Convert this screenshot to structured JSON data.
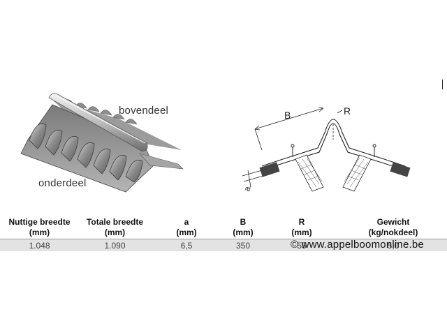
{
  "labels": {
    "upper_part": "bovendeel",
    "lower_part": "onderdeel"
  },
  "diagram": {
    "dim_B": "B",
    "dim_R": "R",
    "dim_a": "a"
  },
  "table": {
    "headers": [
      {
        "name": "Nuttige breedte",
        "unit": "(mm)"
      },
      {
        "name": "Totale breedte",
        "unit": "(mm)"
      },
      {
        "name": "a",
        "unit": "(mm)"
      },
      {
        "name": "B",
        "unit": "(mm)"
      },
      {
        "name": "R",
        "unit": "(mm)"
      },
      {
        "name": "Gewicht",
        "unit": "(kg/nokdeel)"
      }
    ],
    "row": [
      "1.048",
      "1.090",
      "6,5",
      "350",
      "55",
      "5,0"
    ]
  },
  "watermark": "© www.appelboomonline.be"
}
